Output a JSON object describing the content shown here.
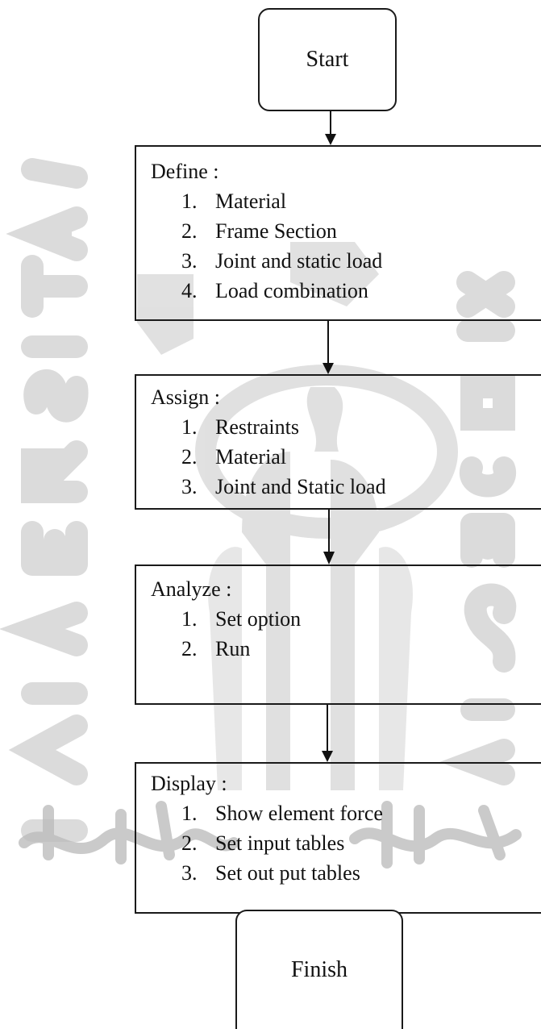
{
  "start": {
    "label": "Start"
  },
  "finish": {
    "label": "Finish"
  },
  "steps": [
    {
      "title": "Define :",
      "items": [
        {
          "num": "1.",
          "text": "Material"
        },
        {
          "num": "2.",
          "text": "Frame Section"
        },
        {
          "num": "3.",
          "text": "Joint and static load"
        },
        {
          "num": "4.",
          "text": "Load combination"
        }
      ]
    },
    {
      "title": "Assign :",
      "items": [
        {
          "num": "1.",
          "text": "Restraints"
        },
        {
          "num": "2.",
          "text": "Material"
        },
        {
          "num": "3.",
          "text": "Joint and Static load"
        }
      ]
    },
    {
      "title": "Analyze :",
      "items": [
        {
          "num": "1.",
          "text": "Set option"
        },
        {
          "num": "2.",
          "text": "Run"
        }
      ]
    },
    {
      "title": "Display :",
      "items": [
        {
          "num": "1.",
          "text": "Show element force"
        },
        {
          "num": "2.",
          "text": "Set input tables"
        },
        {
          "num": "3.",
          "text": "Set out put tables"
        }
      ]
    }
  ],
  "watermark": {
    "ring_text": "UNIVERSITAS ISLAM INDONESIA",
    "color": "#c8c8c8"
  }
}
